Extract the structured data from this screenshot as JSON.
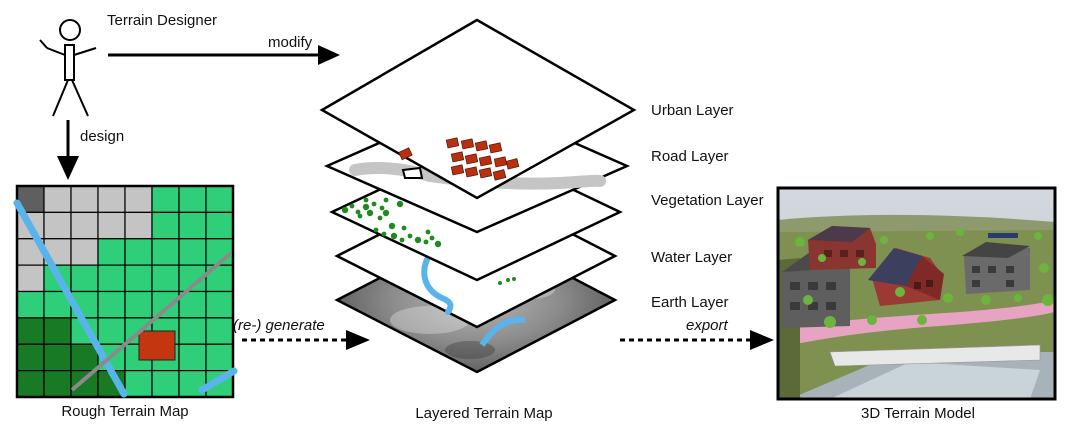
{
  "actor": {
    "label": "Terrain Designer",
    "icon": "stick-figure-icon"
  },
  "arrows": {
    "modify": "modify",
    "design": "design",
    "regenerate": "(re-) generate",
    "export": "export"
  },
  "panels": {
    "rough_map": "Rough Terrain Map",
    "layered_map": "Layered Terrain Map",
    "model_3d": "3D Terrain Model"
  },
  "layers": [
    {
      "label": "Urban Layer"
    },
    {
      "label": "Road Layer"
    },
    {
      "label": "Vegetation Layer"
    },
    {
      "label": "Water Layer"
    },
    {
      "label": "Earth Layer"
    }
  ],
  "rough_grid": {
    "rows": 8,
    "cols": 8,
    "cells": [
      "DGGGGLLL",
      "GGGGGLLL",
      "GGGLLLLL",
      "GLLLLLLL",
      "LLLLLLLL",
      "DDLLLLLL",
      "DDDLLLLL",
      "DDDDLLLL"
    ]
  },
  "colors": {
    "dark_gray": "#5f5f5f",
    "light_gray": "#c4c4c4",
    "light_green": "#2fcf7a",
    "dark_green": "#187a24",
    "water": "#5ab4ec",
    "road": "#8a8a8a",
    "building": "#b8300f",
    "tree": "#1f8a1f"
  }
}
